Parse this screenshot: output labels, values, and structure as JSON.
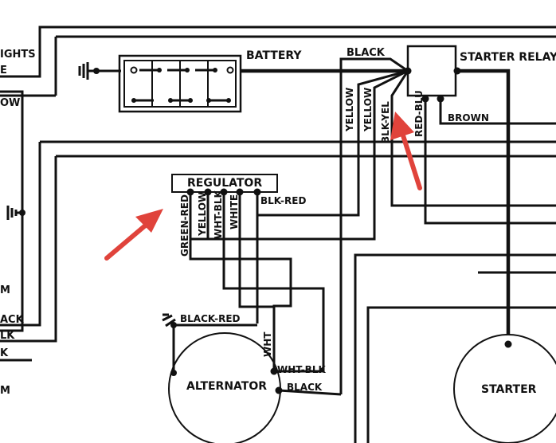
{
  "labels": {
    "battery": "BATTERY",
    "starter_relay": "STARTER RELAY",
    "black_top": "BLACK",
    "regulator": "REGULATOR",
    "alternator": "ALTERNATOR",
    "starter": "STARTER",
    "yellow_1": "YELLOW",
    "yellow_2": "YELLOW",
    "blk_yel": "BLK-YEL",
    "red_blu": "RED-BLU",
    "brown": "BROWN",
    "green_red": "GREEN-RED",
    "reg_yellow": "YELLOW",
    "wht_blk": "WHT-BLK",
    "white": "WHITE",
    "blk_red": "BLK-RED",
    "black_red": "BLACK-RED",
    "wht": "WHT",
    "wht_blk_alt": "WHT-BLK",
    "black_alt": "BLACK",
    "left_ights": "IGHTS",
    "left_e": "E",
    "left_ow": "OW",
    "left_m1": "M",
    "left_ack": "ACK",
    "left_lk": "LK",
    "left_k": "K",
    "left_m2": "M"
  },
  "colors": {
    "wire": "#111111",
    "annotation_arrow": "#e0433b",
    "background": "#ffffff"
  },
  "icons": [
    "ground-symbol",
    "battery-symbol",
    "annotation-arrow"
  ]
}
